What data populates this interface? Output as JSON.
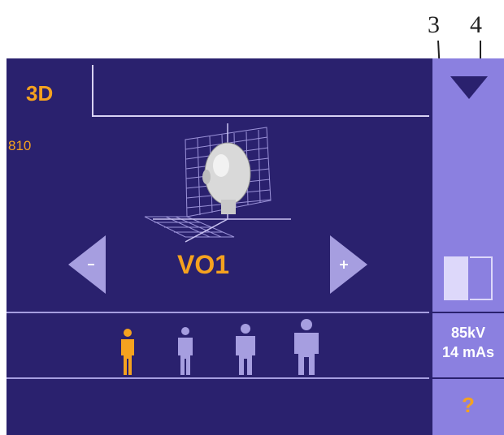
{
  "callouts": {
    "label_3": "3",
    "label_4": "4"
  },
  "screen": {
    "tab_label": "3D",
    "program_number": "810",
    "mode_label": "VO1",
    "left_arrow_symbol": "−",
    "right_arrow_symbol": "+",
    "patient_sizes": [
      {
        "icon": "child-patient-icon",
        "selected": true
      },
      {
        "icon": "small-adult-patient-icon",
        "selected": false
      },
      {
        "icon": "medium-adult-patient-icon",
        "selected": false
      },
      {
        "icon": "large-adult-patient-icon",
        "selected": false
      }
    ]
  },
  "side_panel": {
    "kv": "85kV",
    "mas": "14 mAs",
    "help": "?"
  },
  "colors": {
    "screen_bg": "#2a216e",
    "panel_bg": "#8b80e0",
    "accent_orange": "#f5a21f",
    "light_lavender": "#a69ee0"
  }
}
